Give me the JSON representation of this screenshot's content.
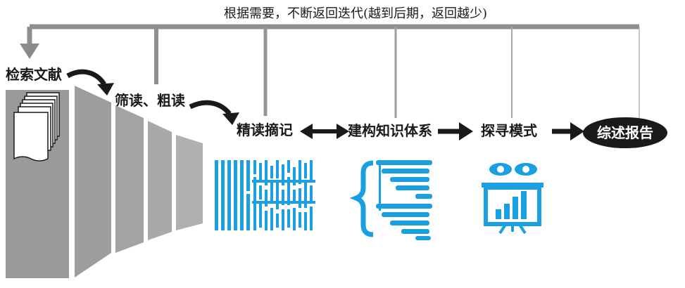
{
  "iteration_note": "根据需要，不断返回迭代(越到后期，返回越少)",
  "stages": {
    "retrieve": "检索文献",
    "screen": "筛读、粗读",
    "intensive": "精读摘记",
    "framework": "建构知识体系",
    "explore": "探寻模式",
    "report": "综述报告"
  },
  "colors": {
    "accent": "#1a9fe0",
    "gray": "#9a9a9a",
    "ink": "#1a1a1a"
  }
}
